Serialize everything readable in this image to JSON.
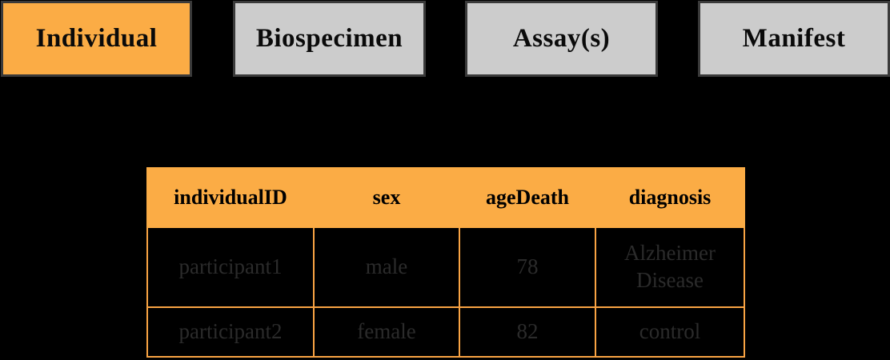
{
  "canvas": {
    "background": "#000000"
  },
  "colors": {
    "active_tab_fill": "#FBAC45",
    "inactive_tab_fill": "#CCCCCC",
    "tab_border": "#3A3A3A",
    "tab_text": "#0A0A0A",
    "table_header_fill": "#FBAC45",
    "table_header_text": "#000000",
    "table_border": "#F9A343",
    "cell_background": "#000000",
    "cell_text": "#2B2B2B"
  },
  "tabs": [
    {
      "label": "Individual",
      "active": true
    },
    {
      "label": "Biospecimen",
      "active": false
    },
    {
      "label": "Assay(s)",
      "active": false
    },
    {
      "label": "Manifest",
      "active": false
    }
  ],
  "table": {
    "columns": [
      "individualID",
      "sex",
      "ageDeath",
      "diagnosis"
    ],
    "rows": [
      [
        "participant1",
        "male",
        "78",
        "Alzheimer Disease"
      ],
      [
        "participant2",
        "female",
        "82",
        "control"
      ]
    ]
  }
}
